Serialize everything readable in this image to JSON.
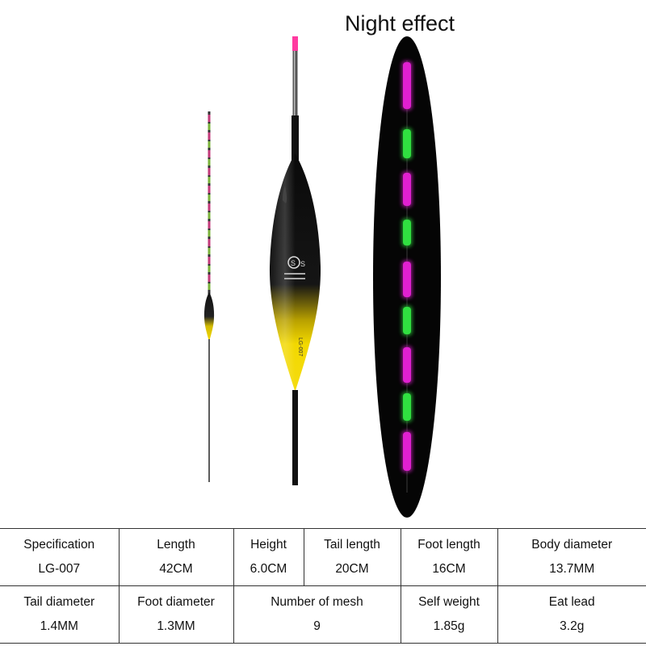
{
  "night_effect": {
    "title": "Night effect"
  },
  "product": {
    "model_mark": "LG-007"
  },
  "specs": {
    "row1": [
      {
        "label": "Specification",
        "value": "LG-007"
      },
      {
        "label": "Length",
        "value": "42CM"
      },
      {
        "label": "Height",
        "value": "6.0CM"
      },
      {
        "label": "Tail length",
        "value": "20CM"
      },
      {
        "label": "Foot length",
        "value": "16CM"
      },
      {
        "label": "Body diameter",
        "value": "13.7MM"
      }
    ],
    "row2": [
      {
        "label": "Tail diameter",
        "value": "1.4MM"
      },
      {
        "label": "Foot diameter",
        "value": "1.3MM"
      },
      {
        "label": "Number of mesh",
        "value": "9"
      },
      {
        "label": "Self weight",
        "value": "1.85g"
      },
      {
        "label": "Eat lead",
        "value": "3.2g"
      }
    ]
  },
  "colors": {
    "glow_pink": "#e020d0",
    "glow_green": "#30e040",
    "float_yellow": "#f2d800",
    "background": "#ffffff"
  }
}
